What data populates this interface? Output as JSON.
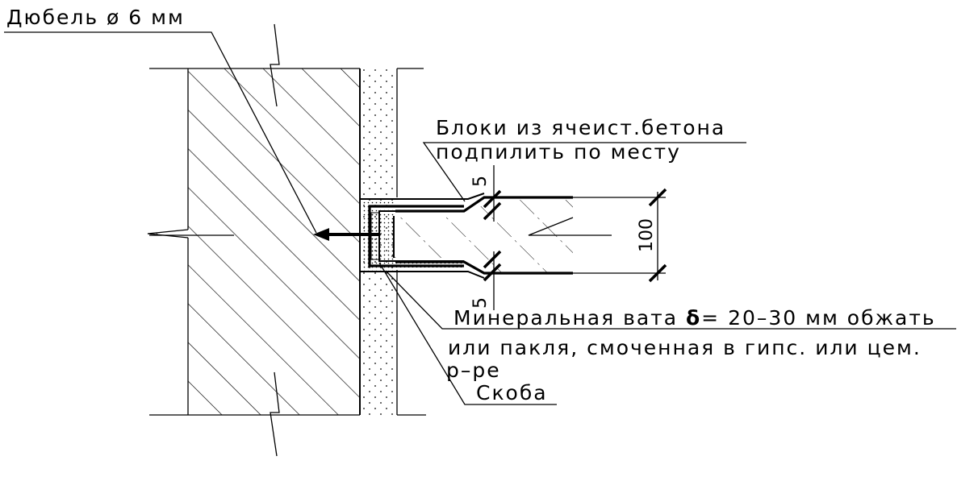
{
  "labels": {
    "dowel": "Дюбель ø 6 мм",
    "blocks_line1": "Блоки из ячеист.бетона",
    "blocks_line2": "подпилить по месту",
    "wool_line1_a": "Минеральная вата ",
    "wool_delta": "δ",
    "wool_line1_b": "= 20–30 мм обжать",
    "wool_line2": "или пакля, смоченная в гипс. или цем.",
    "wool_line3": "р–ре",
    "bracket": "Скоба"
  },
  "dimensions": {
    "height": "100",
    "gap_top": "5",
    "gap_bottom": "5"
  }
}
